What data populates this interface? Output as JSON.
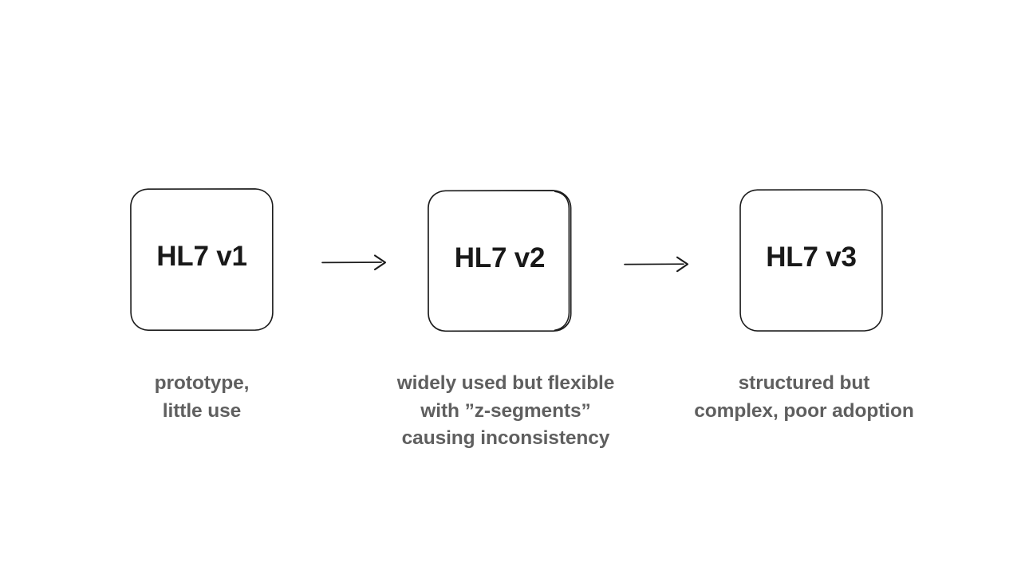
{
  "page": {
    "background_color": "#ffffff",
    "title": "HL7 version evolution diagram"
  },
  "diagram": {
    "type": "flow",
    "direction": "left-to-right",
    "stroke_color": "#1c1c1c",
    "label_color": "#191919",
    "caption_color": "#5f5f5f",
    "nodes": [
      {
        "id": "v1",
        "label": "HL7 v1",
        "caption": "prototype,\nlittle use",
        "caption_lines": [
          "prototype,",
          "little use"
        ]
      },
      {
        "id": "v2",
        "label": "HL7 v2",
        "caption": "widely used but flexible\nwith ”z-segments”\ncausing inconsistency",
        "caption_lines": [
          "widely used but flexible",
          "with ”z-segments”",
          "causing inconsistency"
        ]
      },
      {
        "id": "v3",
        "label": "HL7 v3",
        "caption": "structured but\ncomplex, poor adoption",
        "caption_lines": [
          "structured but",
          "complex, poor adoption"
        ]
      }
    ],
    "edges": [
      {
        "id": "edge-1",
        "from": "v1",
        "to": "v2",
        "style": "arrow"
      },
      {
        "id": "edge-2",
        "from": "v2",
        "to": "v3",
        "style": "arrow"
      }
    ]
  }
}
